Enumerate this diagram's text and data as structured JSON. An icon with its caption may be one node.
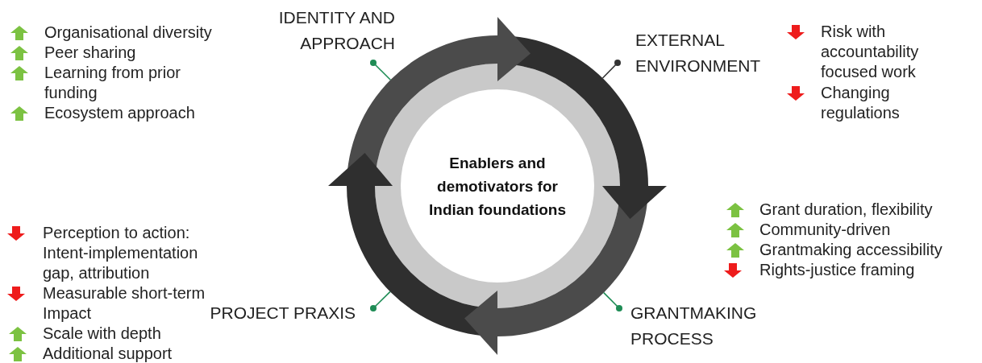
{
  "diagram": {
    "nodes": [
      {
        "text": [],
        "shape": "circle"
      },
      {
        "text": [
          "Enablers and demotivators for Indian foundations"
        ],
        "in": 0
      },
      {
        "text": [
          "IDENTITY AND APPROACH"
        ]
      },
      {
        "text": [
          "EXTERNAL ENVIRONMENT"
        ]
      },
      {
        "text": [
          "GRANTMAKING PROCESS"
        ]
      },
      {
        "text": [
          "PROJECT PRAXIS"
        ]
      }
    ],
    "edges": [
      {
        "from": 2,
        "to": 0,
        "arrow": "other"
      },
      {
        "from": 3,
        "to": 0,
        "arrow": "other",
        "color": "#333333"
      },
      {
        "from": 4,
        "to": 0,
        "arrow": "other"
      },
      {
        "from": 5,
        "to": 0,
        "arrow": "other"
      }
    ],
    "labels": [
      "Organisational diversity",
      "Peer sharing",
      "Learning from prior funding",
      "Ecosystem approach",
      "Risk with accountability focused work",
      "Changing regulations",
      "Grant duration, flexibility",
      "Community-driven",
      "Grantmaking accessibility",
      "Rights-justice framing",
      "Perception to action: Intent-implementation gap, attribution",
      "Measurable short-term Impact",
      "Scale with depth",
      "Additional support"
    ]
  }
}
